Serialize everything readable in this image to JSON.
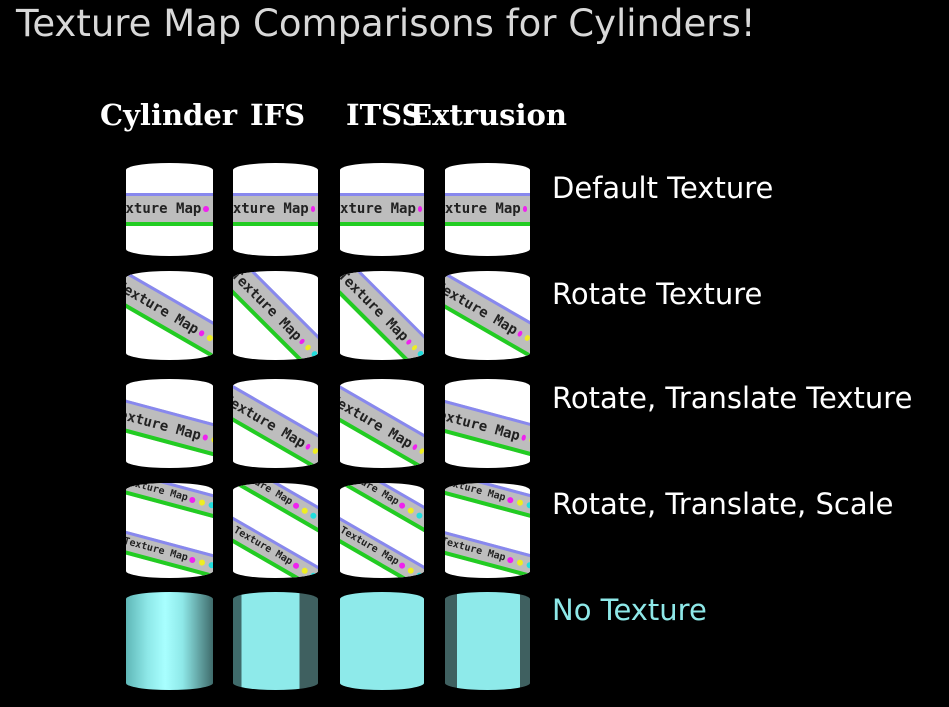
{
  "title": "Texture Map Comparisons for Cylinders!",
  "columns": [
    "Cylinder",
    "IFS",
    "ITSS",
    "Extrusion"
  ],
  "rows": [
    {
      "label": "Default Texture",
      "rotation_deg": 0
    },
    {
      "label": "Rotate Texture",
      "rotation_deg": 45
    },
    {
      "label": "Rotate, Translate Texture",
      "rotation_deg": 30
    },
    {
      "label": "Rotate, Translate, Scale",
      "rotation_deg": 30
    },
    {
      "label": "No Texture",
      "rotation_deg": null
    }
  ],
  "texture_text": "Texture Map",
  "colors": {
    "background": "#000000",
    "untextured": "#8eeaea",
    "no_texture_label": "#8ee8e8"
  }
}
